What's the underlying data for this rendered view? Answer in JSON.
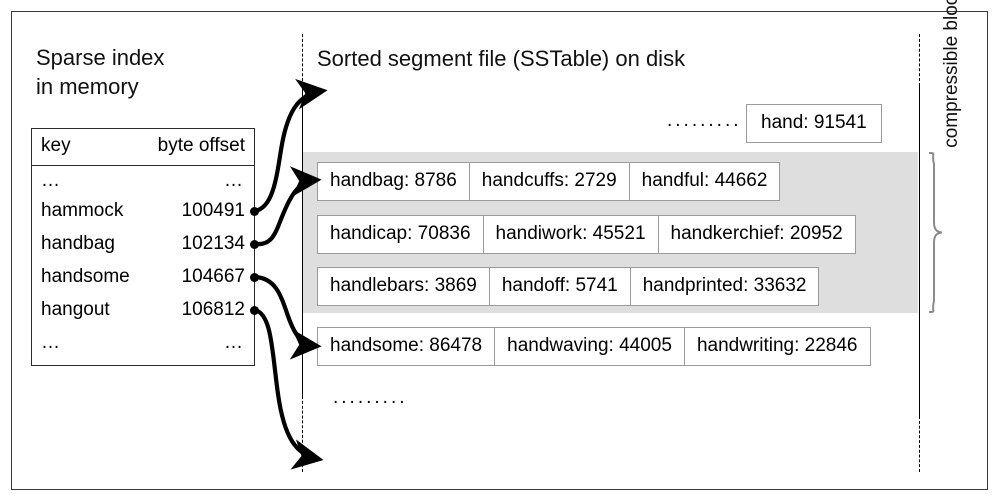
{
  "figure": {
    "left_panel": {
      "title_line1": "Sparse index",
      "title_line2": "in memory",
      "table": {
        "headers": {
          "key": "key",
          "offset": "byte offset"
        },
        "ellipsis": "…",
        "rows": [
          {
            "key": "…",
            "offset": "…",
            "is_ellipsis": true
          },
          {
            "key": "hammock",
            "offset": "100491"
          },
          {
            "key": "handbag",
            "offset": "102134"
          },
          {
            "key": "handsome",
            "offset": "104667"
          },
          {
            "key": "hangout",
            "offset": "106812"
          },
          {
            "key": "…",
            "offset": "…",
            "is_ellipsis": true
          }
        ]
      }
    },
    "right_panel": {
      "title": "Sorted segment file (SSTable) on disk",
      "top_ellipsis": ".........",
      "bottom_ellipsis": ".........",
      "top_entry": "hand: 91541",
      "entry_rows": [
        {
          "in_compressible_block": true,
          "cells": [
            "handbag: 8786",
            "handcuffs: 2729",
            "handful: 44662"
          ]
        },
        {
          "in_compressible_block": true,
          "cells": [
            "handicap: 70836",
            "handiwork: 45521",
            "handkerchief: 20952"
          ]
        },
        {
          "in_compressible_block": true,
          "cells": [
            "handlebars: 3869",
            "handoff: 5741",
            "handprinted: 33632"
          ]
        },
        {
          "in_compressible_block": false,
          "cells": [
            "handsome: 86478",
            "handwaving: 44005",
            "handwriting: 22846"
          ]
        }
      ],
      "compressible_block_label": "compressible block"
    },
    "colors": {
      "background": "#ffffff",
      "frame_border": "#3a3a3a",
      "block_gray": "#dedede",
      "cell_border": "#9a9a9a",
      "line": "#000000",
      "brace": "#8b8b8b"
    }
  }
}
